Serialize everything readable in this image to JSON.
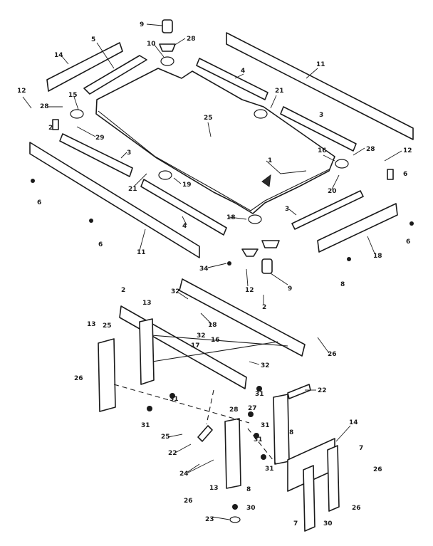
{
  "callouts": [
    "9",
    "28",
    "10",
    "11",
    "14",
    "5",
    "4",
    "12",
    "15",
    "21",
    "28",
    "29",
    "2",
    "25",
    "3",
    "16",
    "28",
    "12",
    "3",
    "1",
    "6",
    "21",
    "19",
    "20",
    "6",
    "4",
    "18",
    "3",
    "8",
    "6",
    "11",
    "34",
    "12",
    "9",
    "18",
    "6",
    "2",
    "13",
    "32",
    "2",
    "13",
    "25",
    "18",
    "32",
    "17",
    "16",
    "26",
    "26",
    "32",
    "31",
    "31",
    "22",
    "31",
    "28",
    "27",
    "31",
    "31",
    "8",
    "25",
    "22",
    "24",
    "14",
    "7",
    "26",
    "13",
    "26",
    "8",
    "31",
    "26",
    "7",
    "23",
    "30",
    "30"
  ]
}
